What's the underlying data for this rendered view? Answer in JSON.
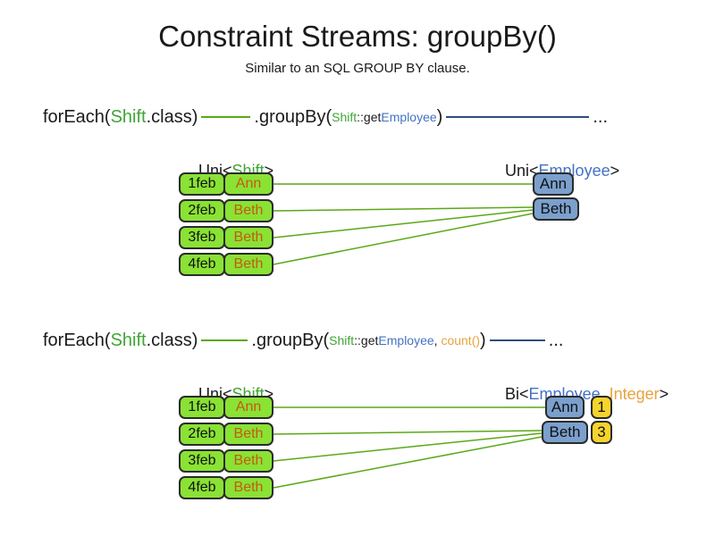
{
  "title": "Constraint Streams: groupBy()",
  "subtitle": "Similar to an SQL GROUP BY clause.",
  "colors": {
    "class_green": "#3fa535",
    "employee_blue": "#4472c4",
    "count_orange": "#e8a33d",
    "name_orange": "#c55a11",
    "line_green": "#5aa817",
    "line_navy": "#2e4e7e",
    "box_green": "#8ae234",
    "box_blue": "#7ba0cd",
    "box_yellow": "#f6d32d"
  },
  "section1": {
    "code": {
      "foreach": "forEach(",
      "shift_class": "Shift",
      "class_suffix": ".class)",
      "groupby": ".groupBy(",
      "arg_shift": "Shift",
      "arg_getter": "::get",
      "arg_employee": "Employee",
      "close_paren": ")",
      "ellipsis": "..."
    },
    "left_label": {
      "p1": "Uni<",
      "p2": "Shift",
      "p3": ">"
    },
    "right_label": {
      "p1": "Uni<",
      "p2": "Employee",
      "p3": ">"
    },
    "shifts": [
      {
        "date": "1feb",
        "name": "Ann"
      },
      {
        "date": "2feb",
        "name": "Beth"
      },
      {
        "date": "3feb",
        "name": "Beth"
      },
      {
        "date": "4feb",
        "name": "Beth"
      }
    ],
    "employees": [
      "Ann",
      "Beth"
    ]
  },
  "section2": {
    "code": {
      "foreach": "forEach(",
      "shift_class": "Shift",
      "class_suffix": ".class)",
      "groupby": ".groupBy(",
      "arg_shift": "Shift",
      "arg_getter": "::get",
      "arg_employee": "Employee",
      "comma": ", ",
      "arg_count": "count()",
      "close_paren": ")",
      "ellipsis": "..."
    },
    "left_label": {
      "p1": "Uni<",
      "p2": "Shift",
      "p3": ">"
    },
    "right_label": {
      "p1": "Bi<",
      "p2": "Employee",
      "p3": ", ",
      "p4": "Integer",
      "p5": ">"
    },
    "shifts": [
      {
        "date": "1feb",
        "name": "Ann"
      },
      {
        "date": "2feb",
        "name": "Beth"
      },
      {
        "date": "3feb",
        "name": "Beth"
      },
      {
        "date": "4feb",
        "name": "Beth"
      }
    ],
    "groups": [
      {
        "name": "Ann",
        "count": "1"
      },
      {
        "name": "Beth",
        "count": "3"
      }
    ]
  }
}
